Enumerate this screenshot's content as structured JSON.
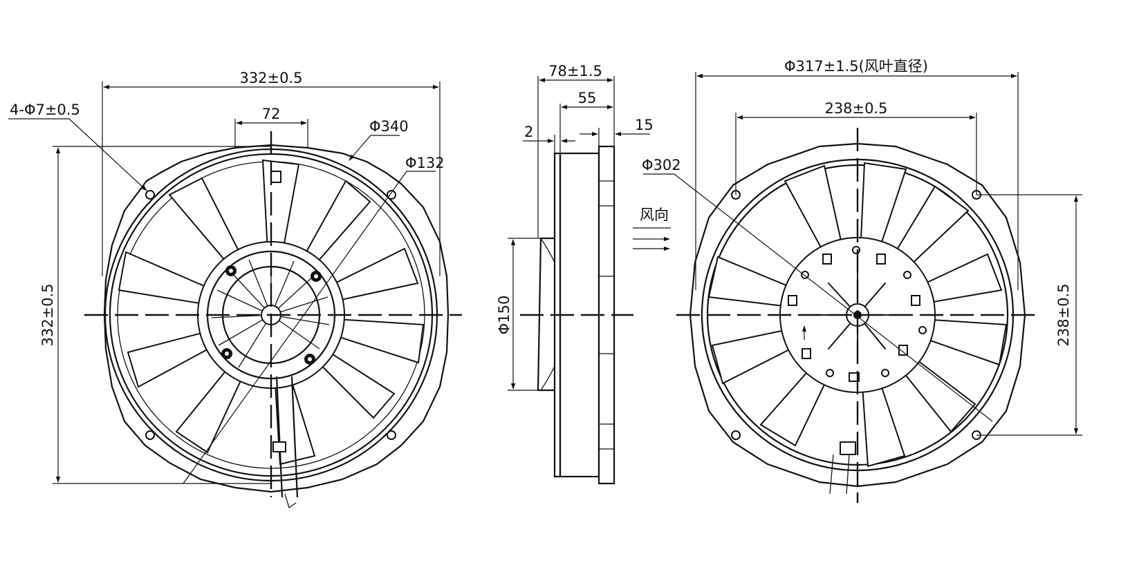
{
  "diagram": {
    "front_view": {
      "dim_width": "332±0.5",
      "dim_height": "332±0.5",
      "dim_holes": "4-Φ7±0.5",
      "dim_spacing": "72",
      "dim_outer_dia": "Φ340",
      "dim_hub_dia": "Φ132"
    },
    "side_view": {
      "dim_depth": "78±1.5",
      "dim_55": "55",
      "dim_2": "2",
      "dim_15": "15",
      "dim_150": "Φ150",
      "airflow_label": "风向"
    },
    "rear_view": {
      "dim_blade_dia": "Φ317±1.5(风叶直径)",
      "dim_hole_spacing_h": "238±0.5",
      "dim_hole_spacing_v": "238±0.5",
      "dim_302": "Φ302"
    }
  }
}
